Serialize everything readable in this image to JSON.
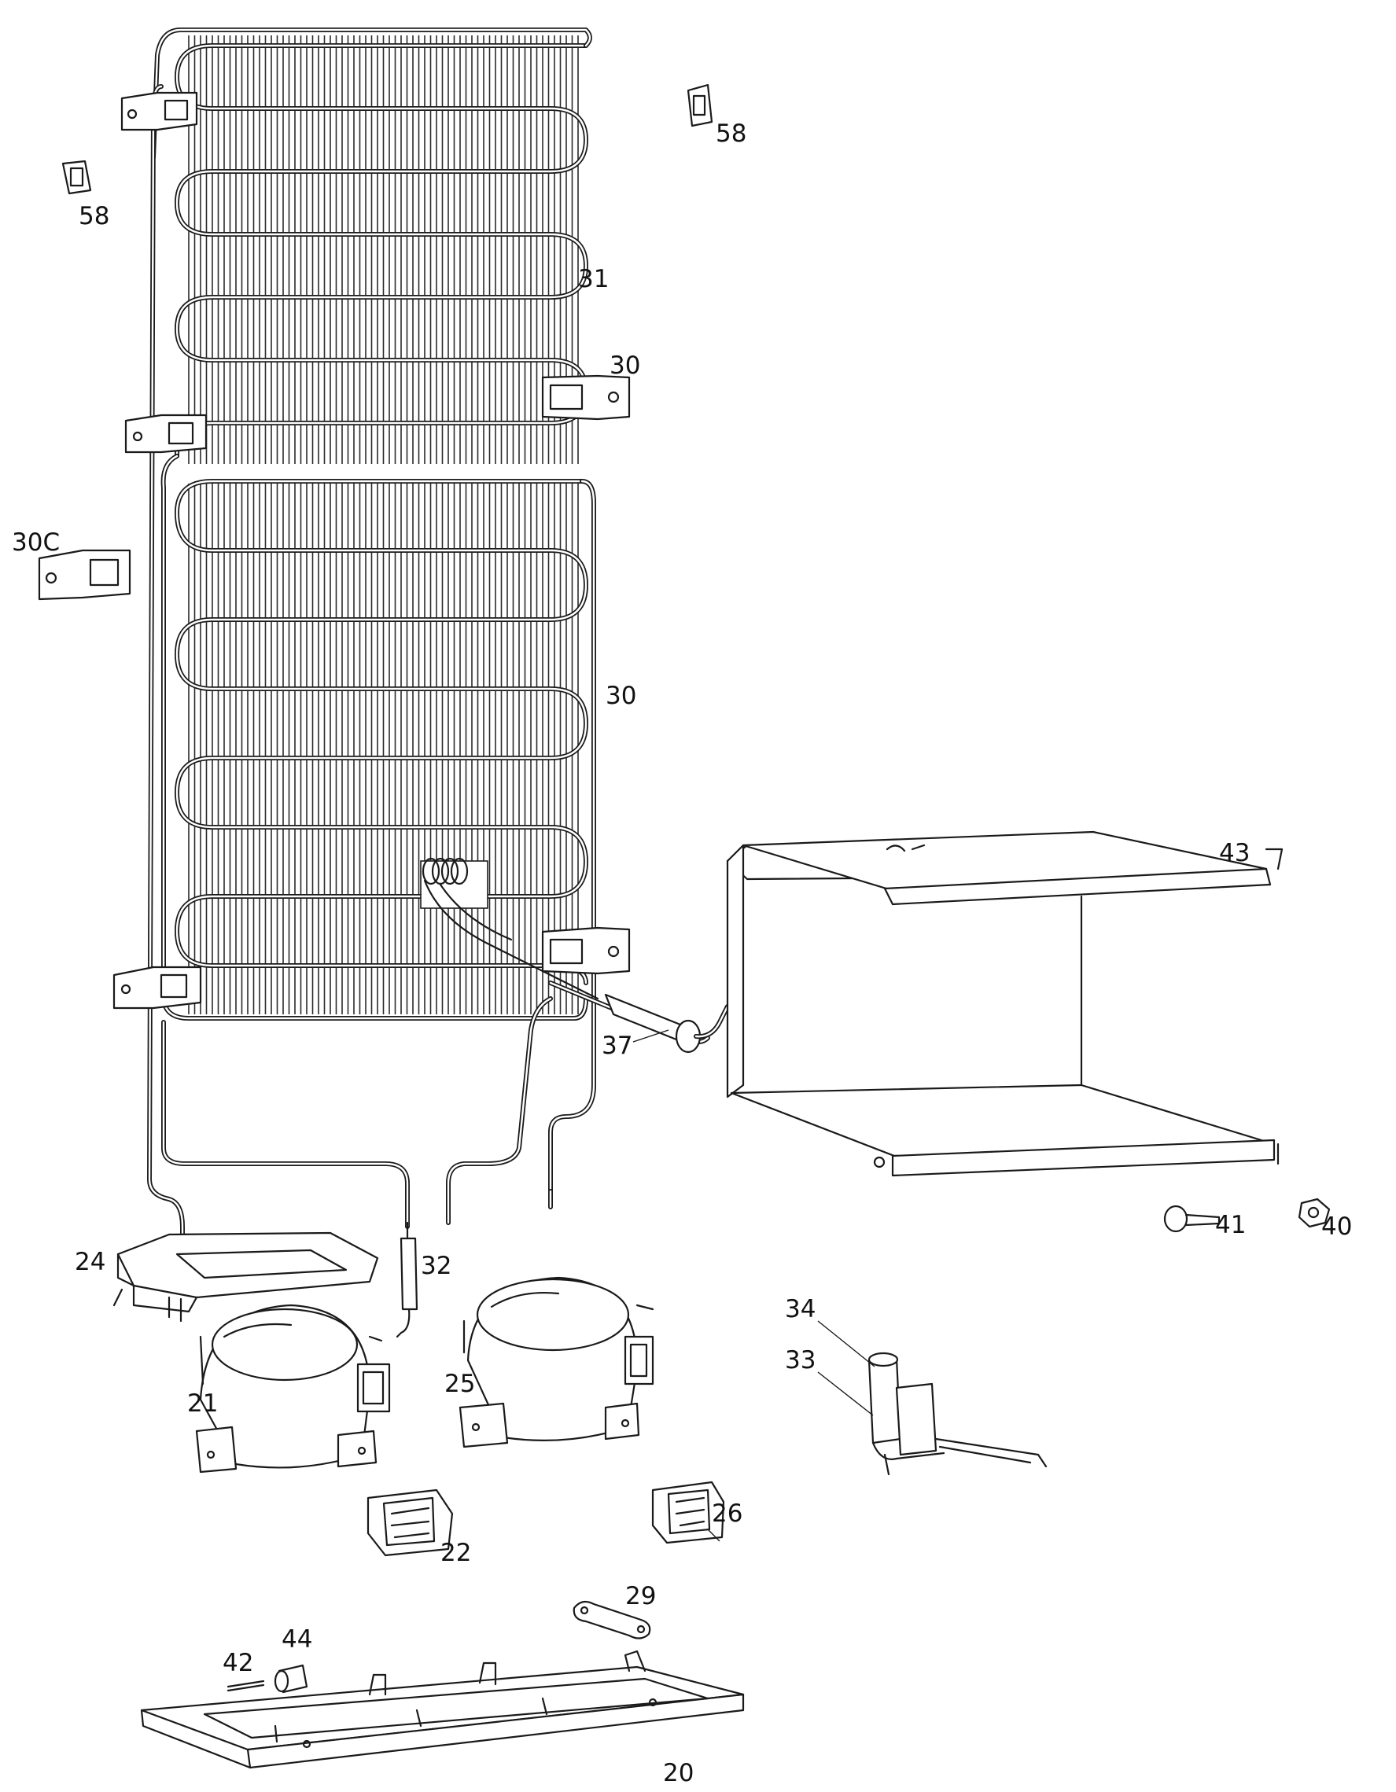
{
  "callouts": {
    "c58_top": "58",
    "c58_left": "58",
    "c31": "31",
    "c30_top": "30",
    "c30c": "30C",
    "c30_side": "30",
    "c43": "43",
    "c37": "37",
    "c41": "41",
    "c40": "40",
    "c24": "24",
    "c32": "32",
    "c34": "34",
    "c33": "33",
    "c21": "21",
    "c25": "25",
    "c26": "26",
    "c22": "22",
    "c29": "29",
    "c42": "42",
    "c44": "44",
    "c20": "20"
  }
}
